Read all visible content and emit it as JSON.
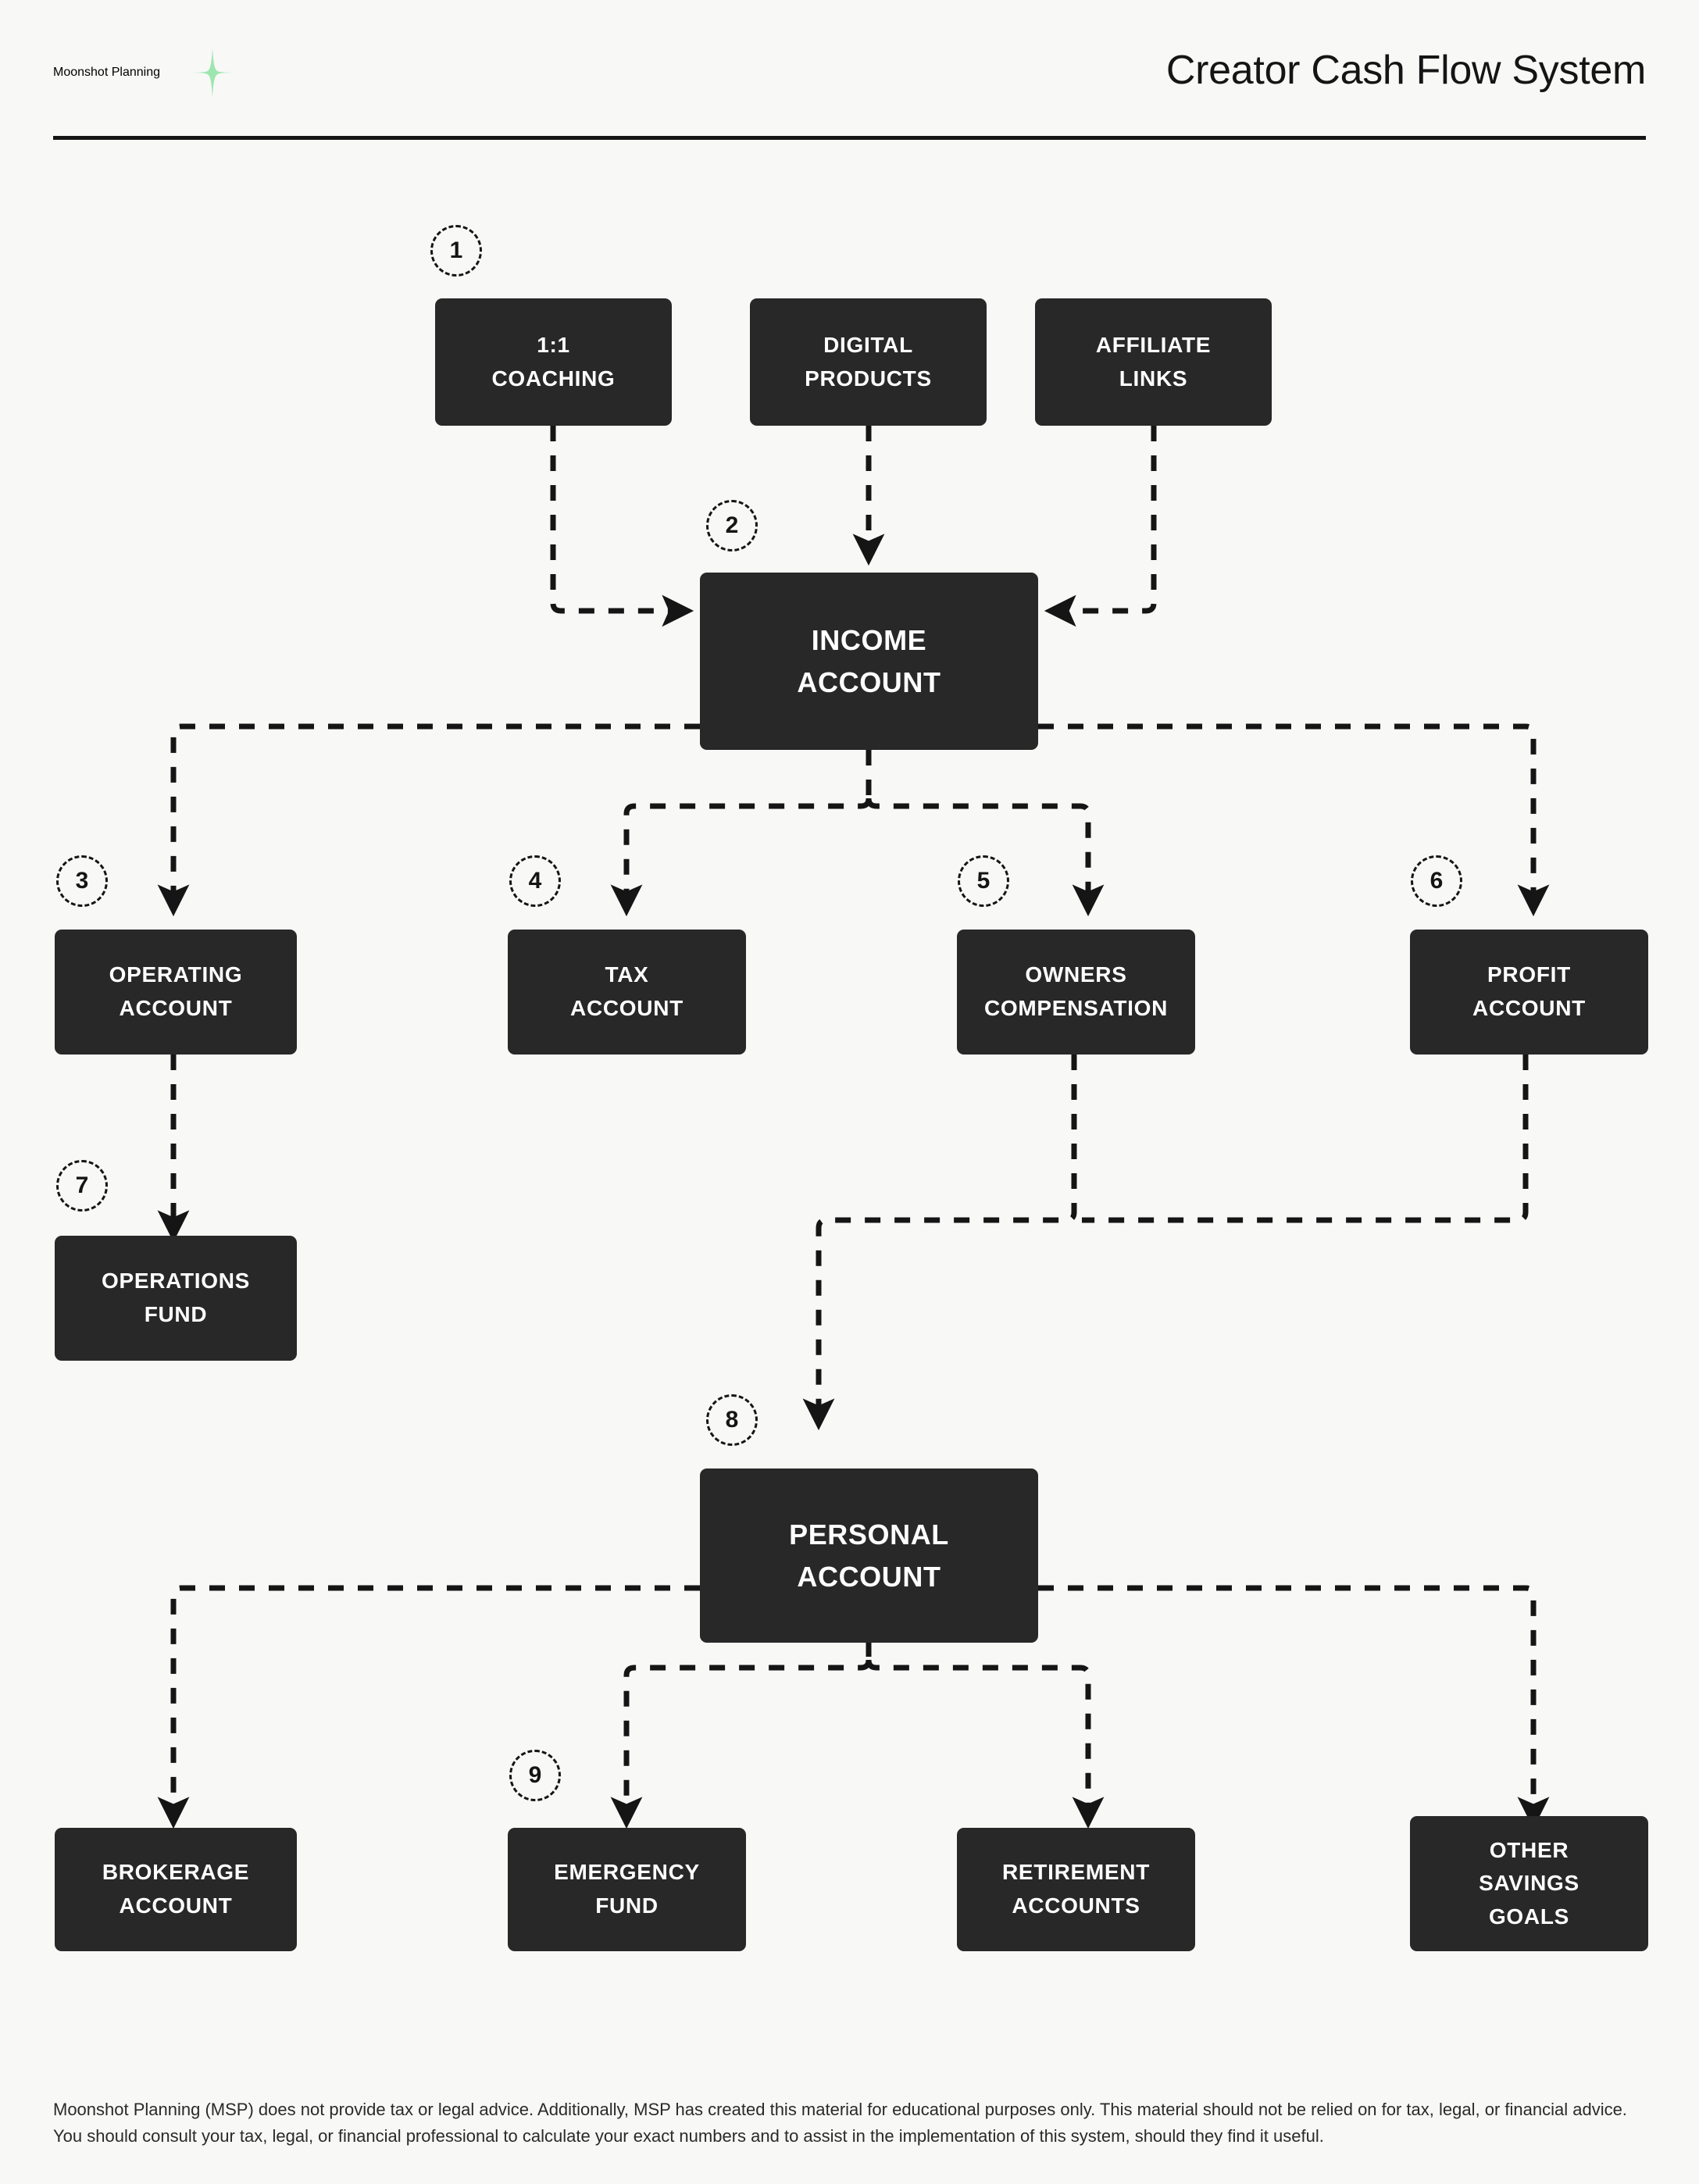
{
  "header": {
    "brand": "Moonshot Planning",
    "sparkle_icon": "sparkle-star-icon",
    "title": "Creator Cash Flow System",
    "accent_color": "#9EE6AF"
  },
  "theme": {
    "background": "#F8F8F7",
    "node_fill": "#282828",
    "node_text": "#FFFFFF",
    "line_color": "#151515"
  },
  "diagram": {
    "type": "flowchart",
    "nodes": [
      {
        "id": "coaching",
        "label": "1:1\nCOACHING",
        "tier": "income-sources"
      },
      {
        "id": "digital",
        "label": "DIGITAL\nPRODUCTS",
        "tier": "income-sources"
      },
      {
        "id": "affiliate",
        "label": "AFFILIATE\nLINKS",
        "tier": "income-sources"
      },
      {
        "id": "income",
        "label": "INCOME\nACCOUNT",
        "tier": "hub"
      },
      {
        "id": "operating",
        "label": "OPERATING\nACCOUNT",
        "tier": "business-accounts"
      },
      {
        "id": "tax",
        "label": "TAX\nACCOUNT",
        "tier": "business-accounts"
      },
      {
        "id": "owners",
        "label": "OWNERS\nCOMPENSATION",
        "tier": "business-accounts"
      },
      {
        "id": "profit",
        "label": "PROFIT\nACCOUNT",
        "tier": "business-accounts"
      },
      {
        "id": "operations",
        "label": "OPERATIONS\nFUND",
        "tier": "sub-fund"
      },
      {
        "id": "personal",
        "label": "PERSONAL\nACCOUNT",
        "tier": "hub"
      },
      {
        "id": "brokerage",
        "label": "BROKERAGE\nACCOUNT",
        "tier": "personal-accounts"
      },
      {
        "id": "emergency",
        "label": "EMERGENCY\nFUND",
        "tier": "personal-accounts"
      },
      {
        "id": "retirement",
        "label": "RETIREMENT\nACCOUNTS",
        "tier": "personal-accounts"
      },
      {
        "id": "savings",
        "label": "OTHER\nSAVINGS\nGOALS",
        "tier": "personal-accounts"
      }
    ],
    "steps": [
      {
        "number": "1",
        "for": "coaching"
      },
      {
        "number": "2",
        "for": "income"
      },
      {
        "number": "3",
        "for": "operating"
      },
      {
        "number": "4",
        "for": "tax"
      },
      {
        "number": "5",
        "for": "owners"
      },
      {
        "number": "6",
        "for": "profit"
      },
      {
        "number": "7",
        "for": "operations"
      },
      {
        "number": "8",
        "for": "personal"
      },
      {
        "number": "9",
        "for": "emergency"
      }
    ],
    "edges": [
      {
        "from": "coaching",
        "to": "income"
      },
      {
        "from": "digital",
        "to": "income"
      },
      {
        "from": "affiliate",
        "to": "income"
      },
      {
        "from": "income",
        "to": "operating"
      },
      {
        "from": "income",
        "to": "tax"
      },
      {
        "from": "income",
        "to": "owners"
      },
      {
        "from": "income",
        "to": "profit"
      },
      {
        "from": "operating",
        "to": "operations"
      },
      {
        "from": "owners",
        "to": "personal"
      },
      {
        "from": "profit",
        "to": "personal"
      },
      {
        "from": "personal",
        "to": "brokerage"
      },
      {
        "from": "personal",
        "to": "emergency"
      },
      {
        "from": "personal",
        "to": "retirement"
      },
      {
        "from": "personal",
        "to": "savings"
      }
    ]
  },
  "footer": {
    "disclaimer": "Moonshot Planning (MSP) does not provide tax or legal advice. Additionally, MSP has created this material for educational purposes only. This material should not be relied on for tax, legal, or financial advice. You should consult your tax, legal, or financial professional to calculate your exact numbers and to assist in the implementation of this system, should they find it useful."
  }
}
